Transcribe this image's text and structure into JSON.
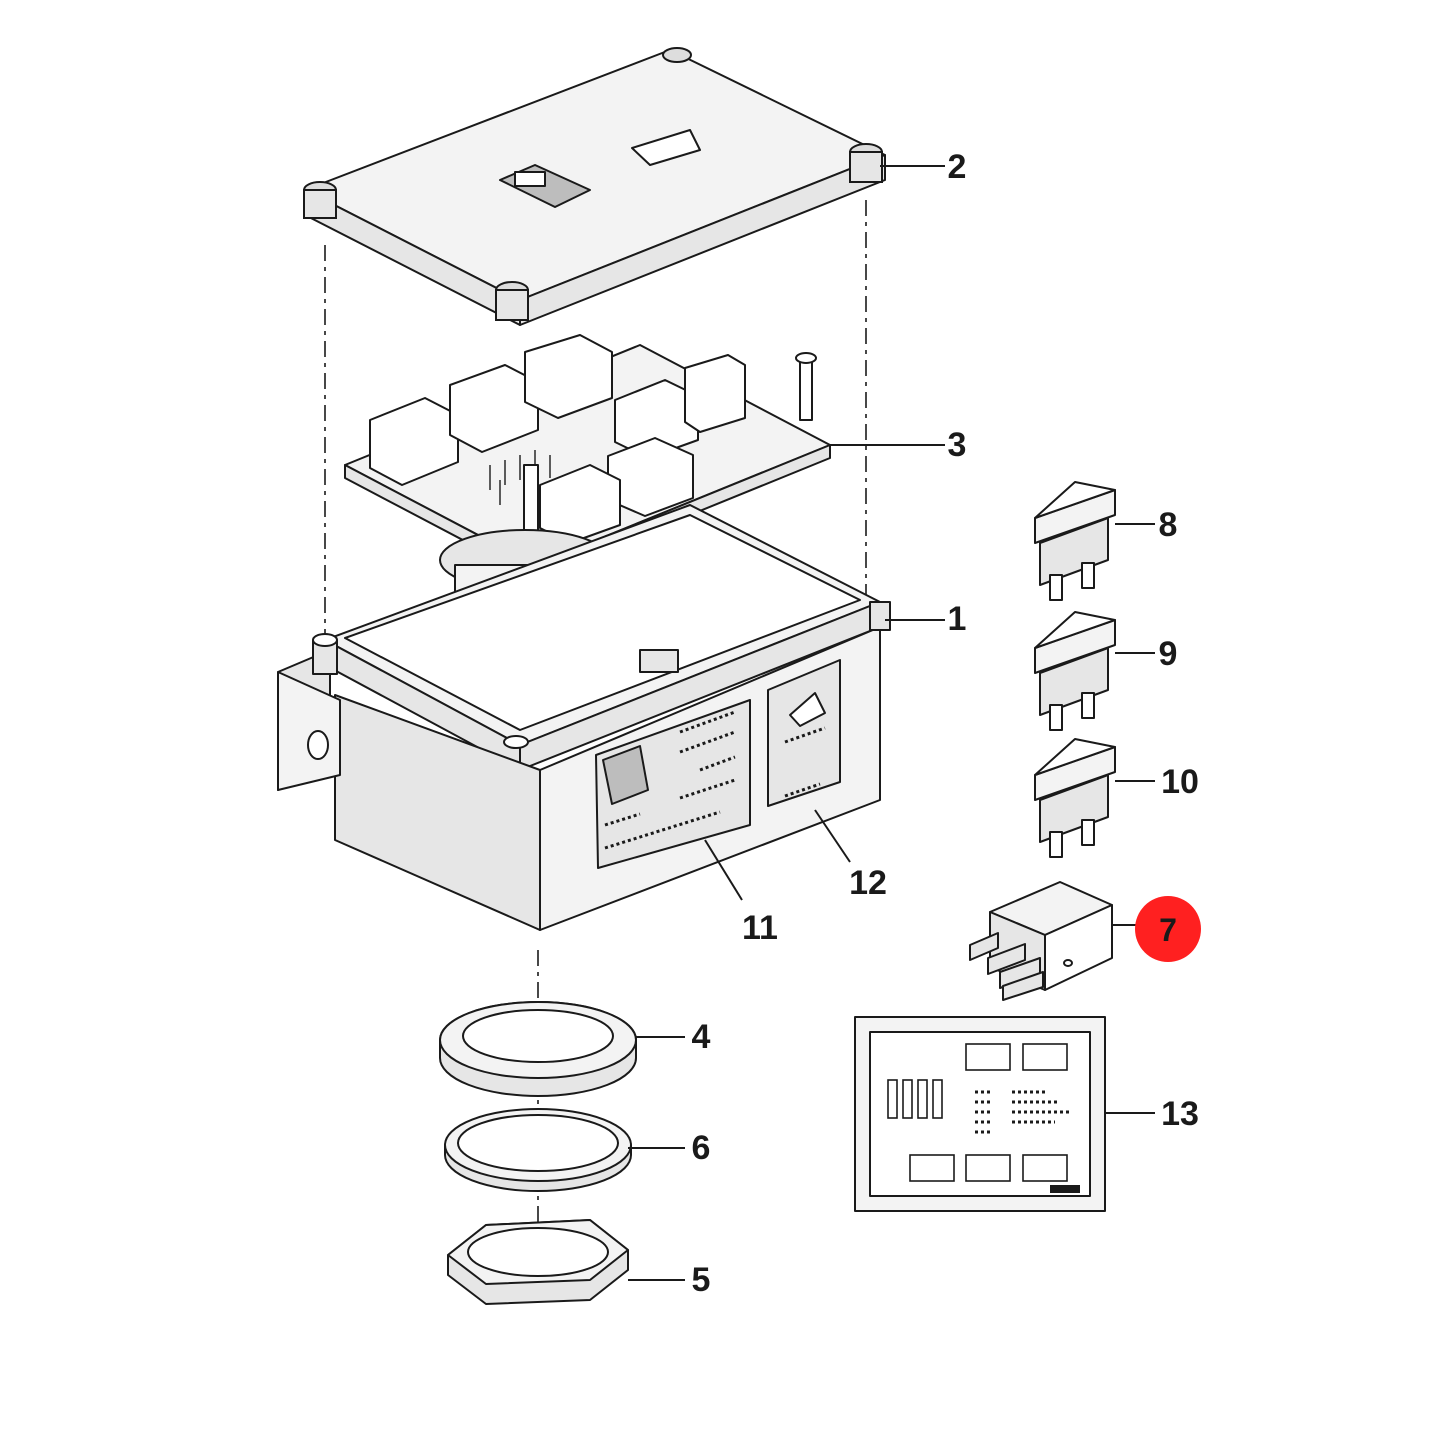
{
  "diagram": {
    "callouts": [
      {
        "id": "1",
        "label": "1"
      },
      {
        "id": "2",
        "label": "2"
      },
      {
        "id": "3",
        "label": "3"
      },
      {
        "id": "4",
        "label": "4"
      },
      {
        "id": "5",
        "label": "5"
      },
      {
        "id": "6",
        "label": "6"
      },
      {
        "id": "7",
        "label": "7",
        "highlighted": true
      },
      {
        "id": "8",
        "label": "8"
      },
      {
        "id": "9",
        "label": "9"
      },
      {
        "id": "10",
        "label": "10"
      },
      {
        "id": "11",
        "label": "11"
      },
      {
        "id": "12",
        "label": "12"
      },
      {
        "id": "13",
        "label": "13"
      }
    ],
    "highlight_color": "#ff2020",
    "line_color": "#1a1a1a"
  }
}
